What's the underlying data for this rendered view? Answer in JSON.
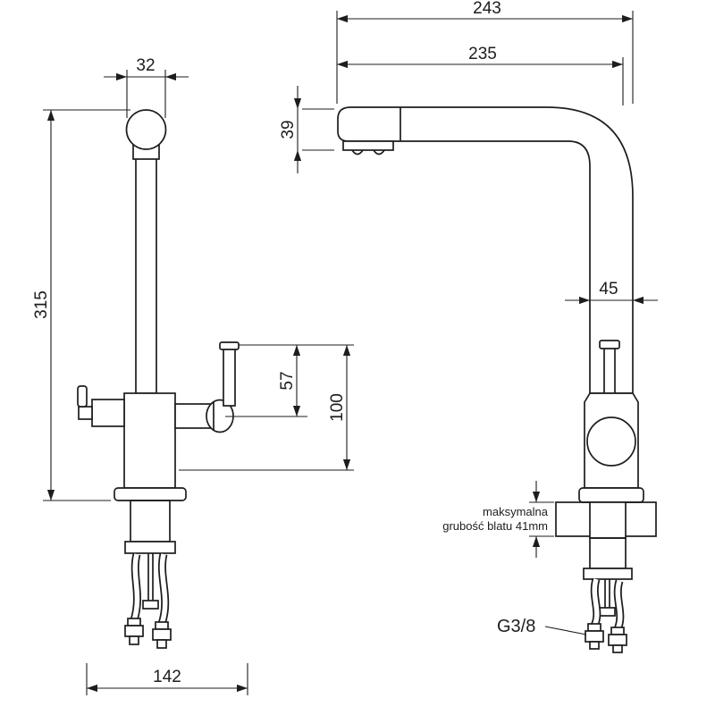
{
  "page": {
    "background": "#ffffff",
    "line_color": "#1d1d1d"
  },
  "left_view": {
    "dim_spout_width": "32",
    "dim_total_height": "315",
    "dim_handle_height_upper": "57",
    "dim_handle_height_total": "100",
    "dim_base_width": "142"
  },
  "right_view": {
    "dim_depth_total": "243",
    "dim_depth_spout": "235",
    "dim_spout_head_height": "39",
    "dim_column_width": "45",
    "countertop_note_line1": "maksymalna",
    "countertop_note_line2": "grubość blatu 41mm",
    "connector_label": "G3/8"
  }
}
